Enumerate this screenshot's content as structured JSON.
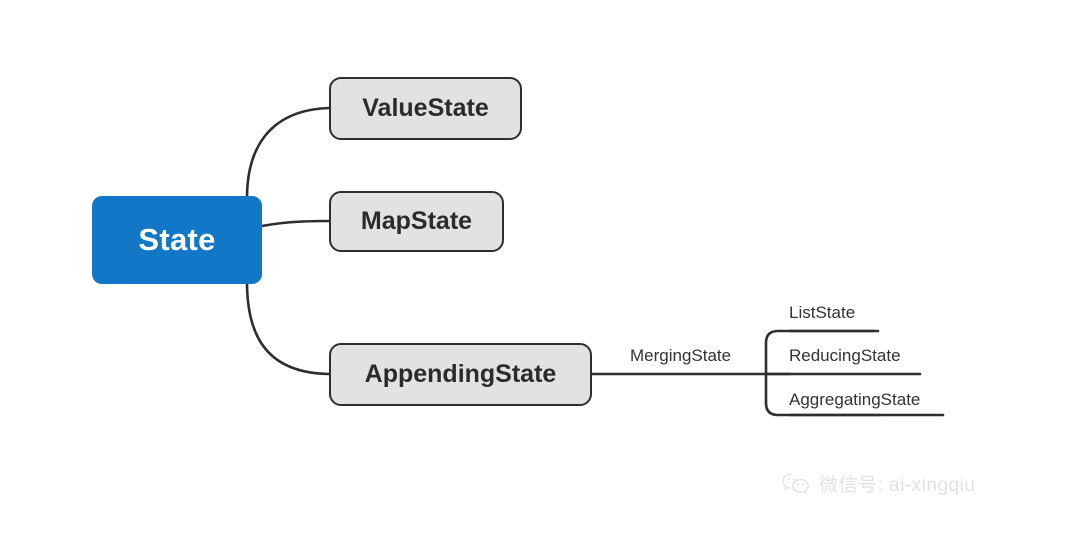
{
  "diagram": {
    "type": "mind-map",
    "background_color": "#ffffff",
    "root": {
      "label": "State",
      "fill_color": "#1277c6",
      "text_color": "#ffffff"
    },
    "branches": [
      {
        "label": "ValueState",
        "fill_color": "#e2e2e2",
        "border_color": "#2e2e2e"
      },
      {
        "label": "MapState",
        "fill_color": "#e2e2e2",
        "border_color": "#2e2e2e"
      },
      {
        "label": "AppendingState",
        "fill_color": "#e2e2e2",
        "border_color": "#2e2e2e"
      }
    ],
    "edge_label": "MergingState",
    "leaves": [
      {
        "label": "ListState"
      },
      {
        "label": "ReducingState"
      },
      {
        "label": "AggregatingState"
      }
    ],
    "line_color": "#2e2e2e",
    "leaf_text_color": "#333333"
  },
  "watermark": {
    "icon": "wechat-icon",
    "text": "微信号: ai-xingqiu",
    "color": "#e2e2e2"
  }
}
